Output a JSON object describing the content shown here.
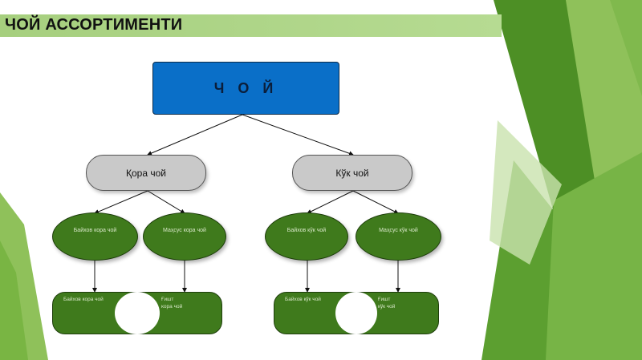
{
  "title": "ЧОЙ АССОРТИМЕНТИ",
  "root": {
    "label": "Ч О Й"
  },
  "branches": [
    {
      "label": "Қора чой",
      "leaves": [
        {
          "label": "Байхов кора чой"
        },
        {
          "label": "Маҳсус кора чой"
        }
      ],
      "stores": [
        {
          "label": "Байхов кора чой",
          "extra": "Ғишт\nкора чой"
        }
      ]
    },
    {
      "label": "Кўк чой",
      "leaves": [
        {
          "label": "Байхов кўк чой"
        },
        {
          "label": "Маҳсус кўк чой"
        }
      ],
      "stores": [
        {
          "label": "Байхов кўк чой",
          "extra": "Ғишт\nкўк чой"
        }
      ]
    }
  ],
  "colors": {
    "title_band": "#a6cf7e",
    "root_fill": "#0a6fc8",
    "pill_fill": "#c9c9c9",
    "leaf_fill": "#3f7a1c",
    "bg_green_dark": "#4d8f25",
    "bg_green_light": "#8fc15a"
  }
}
